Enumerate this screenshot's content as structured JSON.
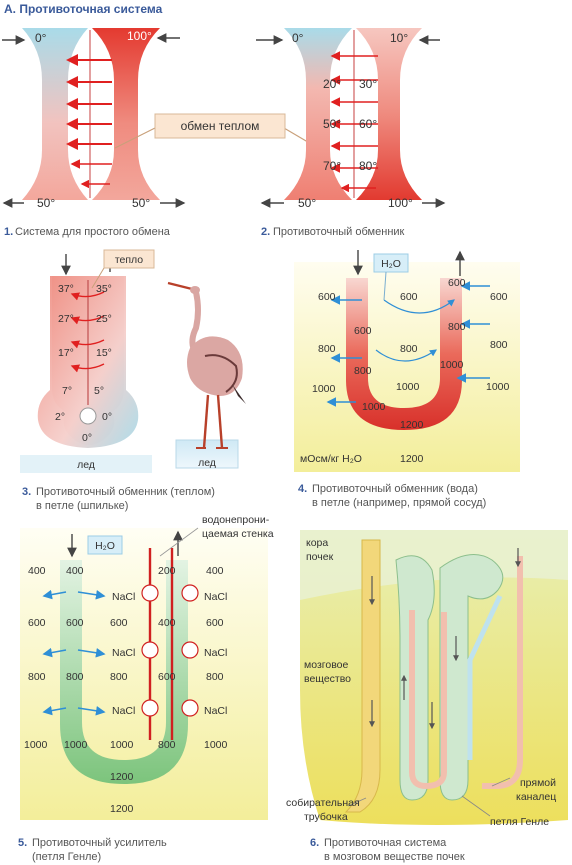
{
  "title": "А. Противоточная система",
  "panel1": {
    "caption_num": "1.",
    "caption": "Система для простого обмена",
    "t_tl": "0°",
    "t_tr": "100°",
    "t_bl": "50°",
    "t_br": "50°",
    "exchange_label": "обмен теплом"
  },
  "panel2": {
    "caption_num": "2.",
    "caption": "Противоточный обменник",
    "t_tl": "0°",
    "t_tr": "10°",
    "left": [
      "20°",
      "50°",
      "70°"
    ],
    "right": [
      "30°",
      "60°",
      "80°"
    ],
    "t_bl": "50°",
    "t_br": "100°"
  },
  "panel3": {
    "caption_num": "3.",
    "caption_line1": "Противоточный обменник (теплом)",
    "caption_line2": "в петле (шпильке)",
    "heat_label": "тепло",
    "left": [
      "37°",
      "27°",
      "17°",
      "7°",
      "2°"
    ],
    "right": [
      "35°",
      "25°",
      "15°",
      "5°",
      "0°"
    ],
    "bottom": "0°",
    "ice1": "лед",
    "ice2": "лед"
  },
  "panel4": {
    "caption_num": "4.",
    "caption_line1": "Противоточный обменник (вода)",
    "caption_line2": "в петле (например, прямой сосуд)",
    "water": "H₂O",
    "outer_left": [
      "600",
      "800",
      "1000"
    ],
    "inner_left": [
      "600",
      "800",
      "1000"
    ],
    "middle": [
      "600",
      "800",
      "1000"
    ],
    "inner_right": [
      "600",
      "800",
      "1000"
    ],
    "outer_right": [
      "600",
      "800",
      "1000"
    ],
    "bottom": "1200",
    "units": "мОсм/кг H₂O",
    "units_value": "1200"
  },
  "panel5": {
    "caption_num": "5.",
    "caption_line1": "Противоточный усилитель",
    "caption_line2": "(петля Генле)",
    "wall_line1": "водонепрони-",
    "wall_line2": "цаемая стенка",
    "water": "H₂O",
    "outer_left": [
      "400",
      "600",
      "800",
      "1000"
    ],
    "inner_left": [
      "400",
      "600",
      "800",
      "1000"
    ],
    "middle": [
      "600",
      "800",
      "1000"
    ],
    "inner_right": [
      "200",
      "400",
      "600",
      "800"
    ],
    "outer_right": [
      "400",
      "600",
      "800",
      "1000"
    ],
    "salt": "NaCl",
    "bottom_inner": "1200",
    "bottom_outer": "1200"
  },
  "panel6": {
    "caption_num": "6.",
    "caption_line1": "Противоточная система",
    "caption_line2": "в мозговом веществе почек",
    "cortex_line1": "кора",
    "cortex_line2": "почек",
    "medulla_line1": "мозговое",
    "medulla_line2": "вещество",
    "collecting_line1": "собирательная",
    "collecting_line2": "трубочка",
    "henle": "петля Генле",
    "vasa_line1": "прямой",
    "vasa_line2": "каналец"
  },
  "colors": {
    "cold": "#a8d8ea",
    "warm": "#f3a79a",
    "hot": "#e8403a",
    "arrow_red": "#e02020",
    "arrow_blue": "#2f8fd6",
    "green": "#8fcf8f",
    "yellow": "#f3ee9a",
    "title_blue": "#3a5a9a"
  }
}
